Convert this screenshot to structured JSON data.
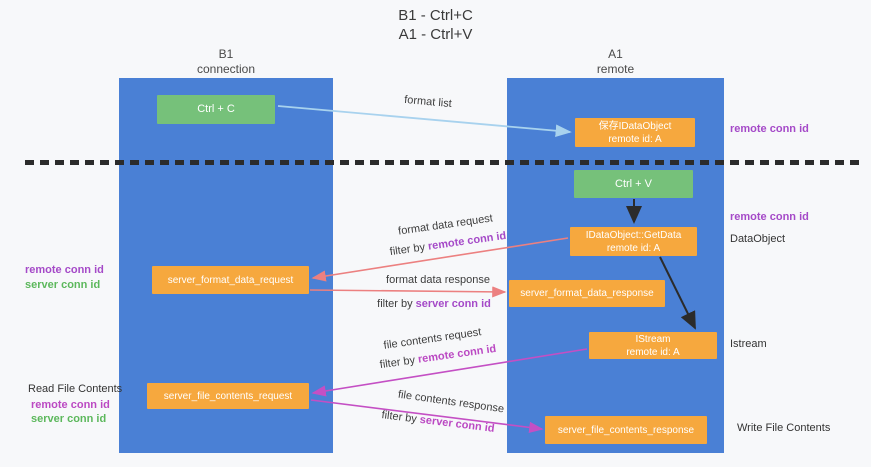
{
  "title": {
    "line1": "B1 - Ctrl+C",
    "line2": "A1 - Ctrl+V"
  },
  "lanes": {
    "left": {
      "title": "B1",
      "subtitle": "connection"
    },
    "right": {
      "title": "A1",
      "subtitle": "remote"
    }
  },
  "nodes": {
    "ctrl_c": {
      "label": "Ctrl + C"
    },
    "save_dataobject": {
      "line1": "保存IDataObject",
      "line2": "remote id: A"
    },
    "ctrl_v": {
      "label": "Ctrl + V"
    },
    "getdata": {
      "line1": "IDataObject::GetData",
      "line2": "remote id: A"
    },
    "format_request": {
      "label": "server_format_data_request"
    },
    "format_response": {
      "label": "server_format_data_response"
    },
    "istream": {
      "line1": "IStream",
      "line2": "remote id: A"
    },
    "file_request": {
      "label": "server_file_contents_request"
    },
    "file_response": {
      "label": "server_file_contents_response"
    }
  },
  "edge_labels": {
    "format_list": "format list",
    "format_request": "format data request",
    "format_request_filter": {
      "prefix": "filter by ",
      "key": "remote conn id"
    },
    "format_response": "format data response",
    "format_response_filter": {
      "prefix": "filter by ",
      "key": "server conn id"
    },
    "file_request": "file contents request",
    "file_request_filter": {
      "prefix": "filter by ",
      "key": "remote conn id"
    },
    "file_response": "file contents response",
    "file_response_filter": {
      "prefix": "filter by ",
      "key": "server conn id"
    }
  },
  "side_labels": {
    "right_remote_conn_top": "remote conn id",
    "right_remote_conn_mid": "remote conn id",
    "dataobject": "DataObject",
    "istream": "Istream",
    "write_file_contents": "Write File Contents",
    "left_remote_conn_top": "remote conn id",
    "left_server_conn_top": "server conn id",
    "read_file_contents": "Read File Contents",
    "left_remote_conn_bottom": "remote conn id",
    "left_server_conn_bottom": "server conn id"
  },
  "colors": {
    "lane_blue": "#4a80d5",
    "box_green": "#76c17a",
    "box_orange": "#f6a83e",
    "arrow_light_blue": "#a8d2ee",
    "arrow_salmon": "#ec8080",
    "arrow_magenta": "#c44fc4",
    "arrow_black": "#2b2b2b",
    "label_purple": "#a54ac8",
    "label_green": "#5cb85c",
    "label_magenta": "#bb49c3"
  }
}
